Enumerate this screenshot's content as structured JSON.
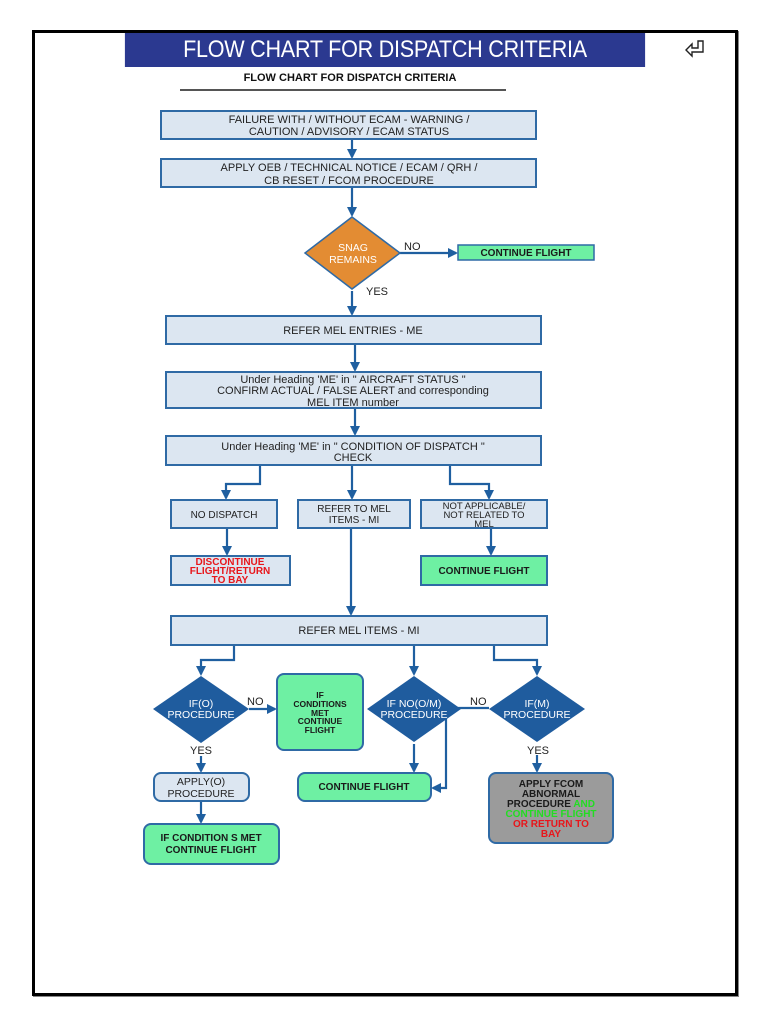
{
  "document": {
    "banner_title": "FLOW CHART FOR DISPATCH CRITERIA",
    "subtitle": "FLOW CHART FOR DISPATCH CRITERIA",
    "return_icon": "return-arrow-icon"
  },
  "colors": {
    "banner": "#2b3990",
    "process_fill": "#dce6f1",
    "process_stroke": "#2f6aa5",
    "connector": "#1f5fa0",
    "decision_blue": "#1f5c9e",
    "decision_orange": "#e38c33",
    "terminal_green": "#6ef0a3",
    "terminal_gray": "#9b9b9b",
    "text_red": "#e8161b",
    "text_green": "#22dd22"
  },
  "nodes": {
    "failure": [
      "FAILURE WITH / WITHOUT ECAM - WARNING /",
      "CAUTION / ADVISORY / ECAM STATUS"
    ],
    "apply_oeb": [
      "APPLY OEB / TECHNICAL NOTICE / ECAM / QRH /",
      "CB RESET / FCOM PROCEDURE"
    ],
    "snag_remains": [
      "SNAG",
      "REMAINS"
    ],
    "continue_flight_1": "CONTINUE FLIGHT",
    "refer_me": "REFER MEL ENTRIES - ME",
    "aircraft_status": [
      "Under Heading 'ME' in \" AIRCRAFT STATUS \"",
      "CONFIRM ACTUAL / FALSE ALERT and corresponding",
      "MEL ITEM number"
    ],
    "condition_of_dispatch": [
      "Under Heading 'ME' in \" CONDITION OF DISPATCH \"",
      "CHECK"
    ],
    "no_dispatch": "NO DISPATCH",
    "refer_mi_items": [
      "REFER TO MEL",
      "ITEMS - MI"
    ],
    "not_applicable": [
      "NOT APPLICABLE/",
      "NOT RELATED TO",
      "MEL"
    ],
    "discontinue": [
      "DISCONTINUE",
      "FLIGHT/RETURN",
      "TO BAY"
    ],
    "continue_flight_2": "CONTINUE FLIGHT",
    "refer_mel_items_mi": "REFER MEL ITEMS - MI",
    "if_o": [
      "IF(O)",
      "PROCEDURE"
    ],
    "if_conditions_met_1": [
      "IF",
      "CONDITIONS",
      "MET",
      "CONTINUE",
      "FLIGHT"
    ],
    "if_no_om": [
      "IF NO(O/M)",
      "PROCEDURE"
    ],
    "if_m": [
      "IF(M)",
      "PROCEDURE"
    ],
    "apply_o": [
      "APPLY(O)",
      "PROCEDURE"
    ],
    "continue_flight_3": "CONTINUE FLIGHT",
    "apply_fcom": {
      "line1": "APPLY FCOM",
      "line2": "ABNORMAL",
      "line3a": "PROCEDURE ",
      "line3b": "AND",
      "line4": "CONTINUE FLIGHT",
      "line5": "OR RETURN TO",
      "line6": "BAY"
    },
    "if_conditions_met_2": [
      "IF CONDITION S MET",
      "CONTINUE FLIGHT"
    ]
  },
  "edge_labels": {
    "snag_no": "NO",
    "snag_yes": "YES",
    "if_o_no": "NO",
    "if_o_yes": "YES",
    "if_m_no": "NO",
    "if_m_yes": "YES"
  }
}
